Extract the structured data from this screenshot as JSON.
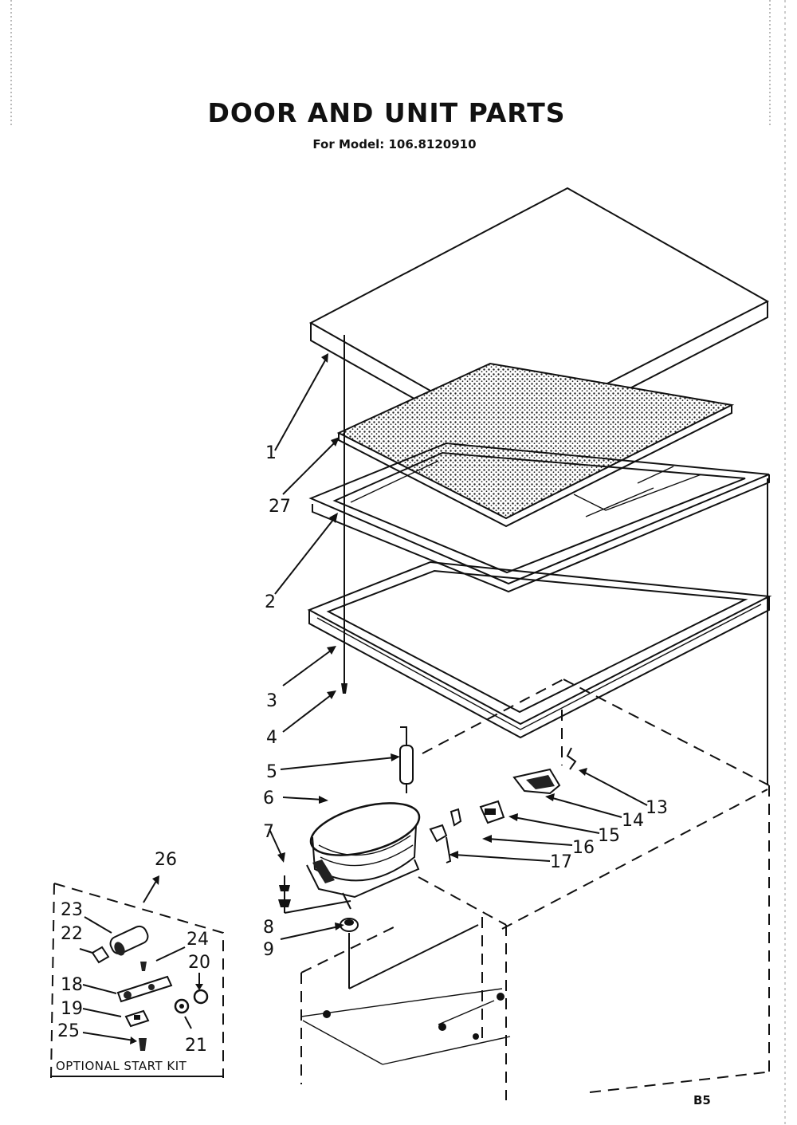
{
  "header": {
    "title": "DOOR AND UNIT PARTS",
    "model_line": "For Model: 106.8120910"
  },
  "callouts": [
    "1",
    "27",
    "2",
    "3",
    "4",
    "5",
    "6",
    "7",
    "8",
    "9",
    "13",
    "14",
    "15",
    "16",
    "17",
    "26",
    "23",
    "22",
    "24",
    "20",
    "18",
    "19",
    "25",
    "21"
  ],
  "kit": {
    "label": "OPTIONAL START KIT"
  },
  "footer": {
    "page_code": "B5"
  }
}
